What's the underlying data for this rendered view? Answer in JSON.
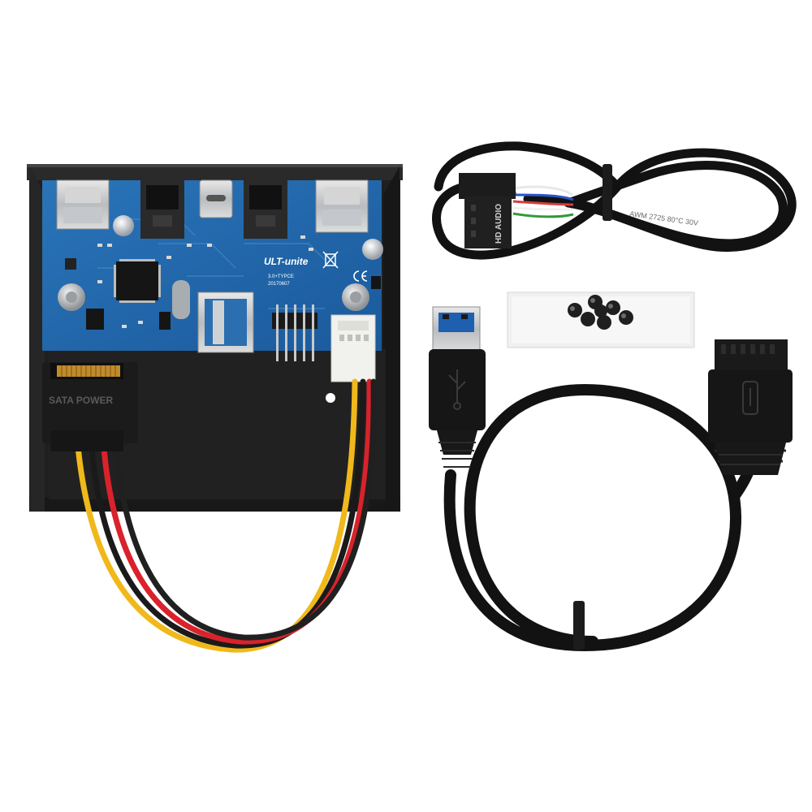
{
  "pcb": {
    "brand": "ULT-unite",
    "model": "3.0+TYPCE",
    "date": "20170607"
  },
  "sata": {
    "label": "SATA POWER"
  },
  "audio": {
    "label": "HD AUDIO"
  },
  "cable": {
    "print": "AWM 2725 80°C 30V"
  },
  "colors": {
    "background": "#ffffff",
    "pcb": "#1f64a8",
    "bracket": "#1e1e1e",
    "cable": "#111111",
    "wire_yellow": "#f0b81a",
    "wire_red": "#d9222b",
    "wire_black": "#1a1a1a"
  }
}
